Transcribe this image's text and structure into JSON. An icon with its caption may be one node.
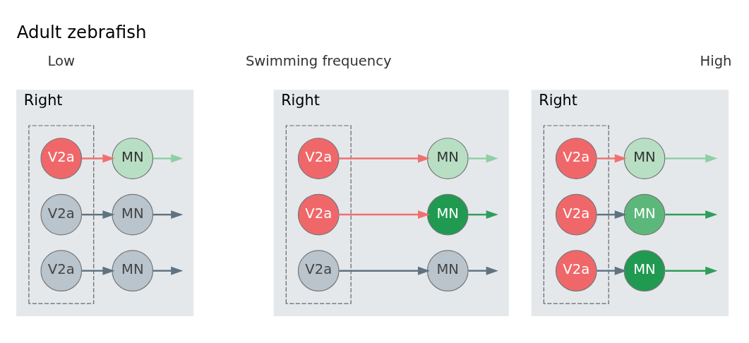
{
  "diagram": {
    "title": "Adult zebrafish",
    "nodes": [
      {
        "text": [
          "Right"
        ]
      },
      {
        "text": [],
        "shape": "box",
        "in": 0
      },
      {
        "text": [
          "V2a"
        ],
        "in": 1
      },
      {
        "text": [
          "V2a"
        ],
        "in": 1
      },
      {
        "text": [
          "V2a"
        ],
        "in": 1
      },
      {
        "text": [
          "MN"
        ],
        "in": 0
      },
      {
        "text": [
          "MN"
        ],
        "in": 0
      },
      {
        "text": [
          "MN"
        ],
        "in": 0
      },
      {
        "text": [
          "Right"
        ]
      },
      {
        "text": [],
        "shape": "box",
        "in": 8
      },
      {
        "text": [
          "V2a"
        ],
        "in": 9
      },
      {
        "text": [
          "V2a"
        ],
        "in": 9
      },
      {
        "text": [
          "V2a"
        ],
        "in": 9
      },
      {
        "text": [
          "MN"
        ],
        "in": 8
      },
      {
        "text": [
          "MN"
        ],
        "in": 8
      },
      {
        "text": [
          "MN"
        ],
        "in": 8
      },
      {
        "text": [
          "Right"
        ]
      },
      {
        "text": [],
        "shape": "box",
        "in": 16
      },
      {
        "text": [
          "V2a"
        ],
        "in": 17
      },
      {
        "text": [
          "V2a"
        ],
        "in": 17
      },
      {
        "text": [
          "V2a"
        ],
        "in": 17
      },
      {
        "text": [
          "MN"
        ],
        "in": 16
      },
      {
        "text": [
          "MN"
        ],
        "in": 16
      },
      {
        "text": [
          "MN"
        ],
        "in": 16
      }
    ],
    "edges": [
      {
        "from": 2,
        "to": 5,
        "arrow": "to"
      },
      {
        "from": 5,
        "to": null,
        "arrow": "to"
      },
      {
        "from": 3,
        "to": 6,
        "arrow": "to"
      },
      {
        "from": 6,
        "to": null,
        "arrow": "to"
      },
      {
        "from": 4,
        "to": 7,
        "arrow": "to",
        "color": "#f07070"
      },
      {
        "from": 7,
        "to": null,
        "arrow": "to",
        "color": "#8fcfa5"
      },
      {
        "from": 10,
        "to": 13,
        "arrow": "to"
      },
      {
        "from": 13,
        "to": null,
        "arrow": "to"
      },
      {
        "from": 11,
        "to": 14,
        "arrow": "to",
        "color": "#f07070"
      },
      {
        "from": 14,
        "to": null,
        "arrow": "to",
        "color": "#2e9e5b"
      },
      {
        "from": 12,
        "to": 15,
        "arrow": "to",
        "color": "#f07070"
      },
      {
        "from": 15,
        "to": null,
        "arrow": "to",
        "color": "#8fcfa5"
      },
      {
        "from": 18,
        "to": 21,
        "arrow": "to"
      },
      {
        "from": 21,
        "to": null,
        "arrow": "to",
        "color": "#2e9e5b"
      },
      {
        "from": 19,
        "to": 22,
        "arrow": "to"
      },
      {
        "from": 22,
        "to": null,
        "arrow": "to",
        "color": "#2e9e5b"
      },
      {
        "from": 20,
        "to": 23,
        "arrow": "to",
        "color": "#f07070"
      },
      {
        "from": 23,
        "to": null,
        "arrow": "to",
        "color": "#8fcfa5"
      }
    ],
    "labels": [
      "Low",
      "High",
      "Swimming frequency"
    ]
  }
}
